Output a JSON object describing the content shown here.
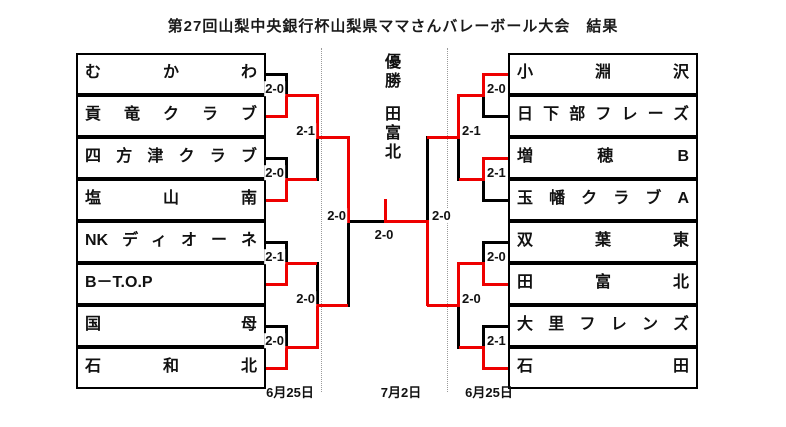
{
  "title": "第27回山梨中央銀行杯山梨県ママさんバレーボール大会　結果",
  "champion": {
    "label": "優勝",
    "name": "田富北"
  },
  "teams": {
    "left": [
      "むかわ",
      "貢竜クラブ",
      "四方津クラブ",
      "塩山南",
      "NKディオーネ",
      "B－T.O.P",
      "国母",
      "石和北"
    ],
    "right": [
      "小淵沢",
      "日下部フレーズ",
      "増穂B",
      "玉幡クラブA",
      "双葉東",
      "田富北",
      "大里フレンズ",
      "石田"
    ]
  },
  "scores": {
    "left_round1": [
      "2-0",
      "2-0",
      "2-1",
      "2-0"
    ],
    "left_round2": [
      "2-1",
      "2-0"
    ],
    "left_semifinal": "2-0",
    "final": "2-0",
    "right_semifinal": "2-0",
    "right_round2": [
      "2-1",
      "2-0"
    ],
    "right_round1": [
      "2-0",
      "2-1",
      "2-0",
      "2-1"
    ]
  },
  "dates": {
    "left_block": "6月25日",
    "final_block": "7月2日",
    "right_block": "6月25日"
  },
  "colors": {
    "winner_line": "#ee0000",
    "loser_line": "#000000",
    "background": "#ffffff"
  }
}
